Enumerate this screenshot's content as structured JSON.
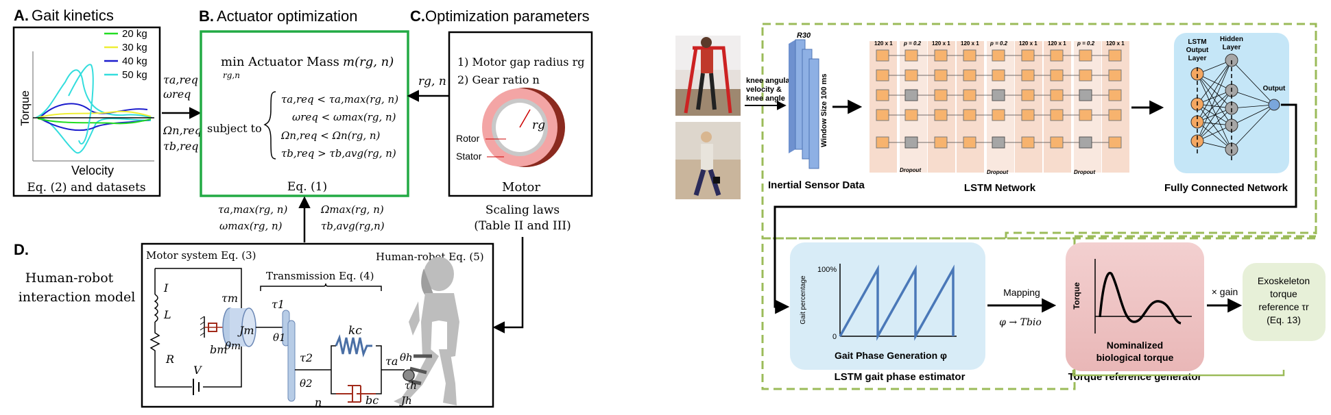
{
  "panelA": {
    "label": "A.",
    "title": "Gait kinetics",
    "ylabel": "Torque",
    "xlabel": "Velocity",
    "caption": "Eq. (2) and datasets",
    "legend": [
      {
        "name": "20 kg",
        "color": "#22dd22"
      },
      {
        "name": "30 kg",
        "color": "#eeee33"
      },
      {
        "name": "40 kg",
        "color": "#1a1acc"
      },
      {
        "name": "50 kg",
        "color": "#33dddd"
      }
    ],
    "outputs_top": [
      "τa,req",
      "ωreq"
    ],
    "outputs_bottom": [
      "Ωn,req",
      "τb,req"
    ]
  },
  "panelB": {
    "label": "B.",
    "title": "Actuator optimization",
    "objective_prefix": "min Actuator Mass",
    "objective_func": "m(rg, n)",
    "objective_sub": "rg,n",
    "subject_to": "subject to",
    "constraints": [
      "τa,req < τa,max(rg, n)",
      "ωreq < ωmax(rg, n)",
      "Ωn,req < Ωn(rg, n)",
      "τb,req > τb,avg(rg, n)"
    ],
    "eq": "Eq. (1)",
    "frame_color": "#22aa44",
    "feedback_left": [
      "τa,max(rg, n)",
      "ωmax(rg, n)"
    ],
    "feedback_right": [
      "Ωmax(rg, n)",
      "τb,avg(rg,n)"
    ]
  },
  "panelC": {
    "label": "C.",
    "title": "Optimization parameters",
    "params": [
      "1)  Motor gap radius rg",
      "2)  Gear ratio n"
    ],
    "rotor": "Rotor",
    "stator": "Stator",
    "rg": "rg",
    "motor": "Motor",
    "arrow_label": "rg, n",
    "scaling": [
      "Scaling laws",
      "(Table II and III)"
    ]
  },
  "panelD": {
    "label": "D.",
    "side_title": [
      "Human-robot",
      "interaction model"
    ],
    "motor_system": "Motor system Eq. (3)",
    "transmission": "Transmission Eq. (4)",
    "human_robot": "Human-robot Eq. (5)",
    "symbols": [
      "I",
      "L",
      "R",
      "V",
      "τm",
      "Jm",
      "bm",
      "θm",
      "τ1",
      "θ1",
      "τ2",
      "θ2",
      "n",
      "kc",
      "bc",
      "τa",
      "θh",
      "τh",
      "Jh"
    ]
  },
  "right": {
    "sensor_caption": "Inertial Sensor Data",
    "input_label": [
      "knee angular",
      "velocity &",
      "knee angle"
    ],
    "r30": "R30",
    "window": "Window Size 100 ms",
    "lstm_caption": "LSTM Network",
    "layer_label": "120 x 1",
    "p_label": "p = 0.2",
    "dropout": "Dropout",
    "fc_caption": "Fully Connected Network",
    "fc_labels": [
      "LSTM",
      "Output",
      "Layer"
    ],
    "hidden": [
      "Hidden",
      "Layer"
    ],
    "output": "Output",
    "gait_ylabel": "Gait percentage",
    "gait_100": "100%",
    "gait_0": "0",
    "gait_title": "Gait Phase Generation φ",
    "mapping": "Mapping",
    "mapping_eq": "φ → Tbio",
    "torque_ylabel": "Torque",
    "torque_caption": [
      "Nominalized",
      "biological torque"
    ],
    "gain": "× gain",
    "exo": [
      "Exoskeleton",
      "torque",
      "reference τr",
      "(Eq. 13)"
    ],
    "estimator_caption": "LSTM gait phase estimator",
    "generator_caption": "Torque reference generator",
    "dash_color": "#9bbb59"
  }
}
